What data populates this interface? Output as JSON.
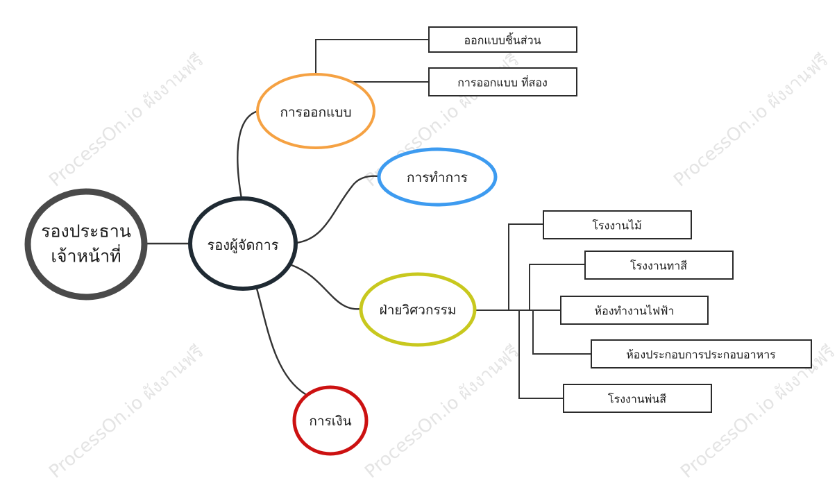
{
  "colors": {
    "root": "#4a4a4a",
    "manager": "#1f2a33",
    "design": "#f5a142",
    "production": "#3d9bf0",
    "engineering": "#c8c81e",
    "finance": "#cc1111"
  },
  "root": {
    "label_line1": "รองประธาน",
    "label_line2": "เจ้าหน้าที่"
  },
  "manager": {
    "label": "รองผู้จัดการ"
  },
  "branches": {
    "design": {
      "label": "การออกแบบ",
      "children": [
        "ออกแบบชิ้นส่วน",
        "การออกแบบ ที่สอง"
      ]
    },
    "production": {
      "label": "การทำการ"
    },
    "engineering": {
      "label": "ฝ่ายวิศวกรรม",
      "children": [
        "โรงงานไม้",
        "โรงงานทาสี",
        "ห้องทำงานไฟฟ้า",
        "ห้องประกอบการประกอบอาหาร",
        "โรงงานพ่นสี"
      ]
    },
    "finance": {
      "label": "การเงิน"
    }
  },
  "watermark": "ProcessOn.io ผังงานฟรี"
}
